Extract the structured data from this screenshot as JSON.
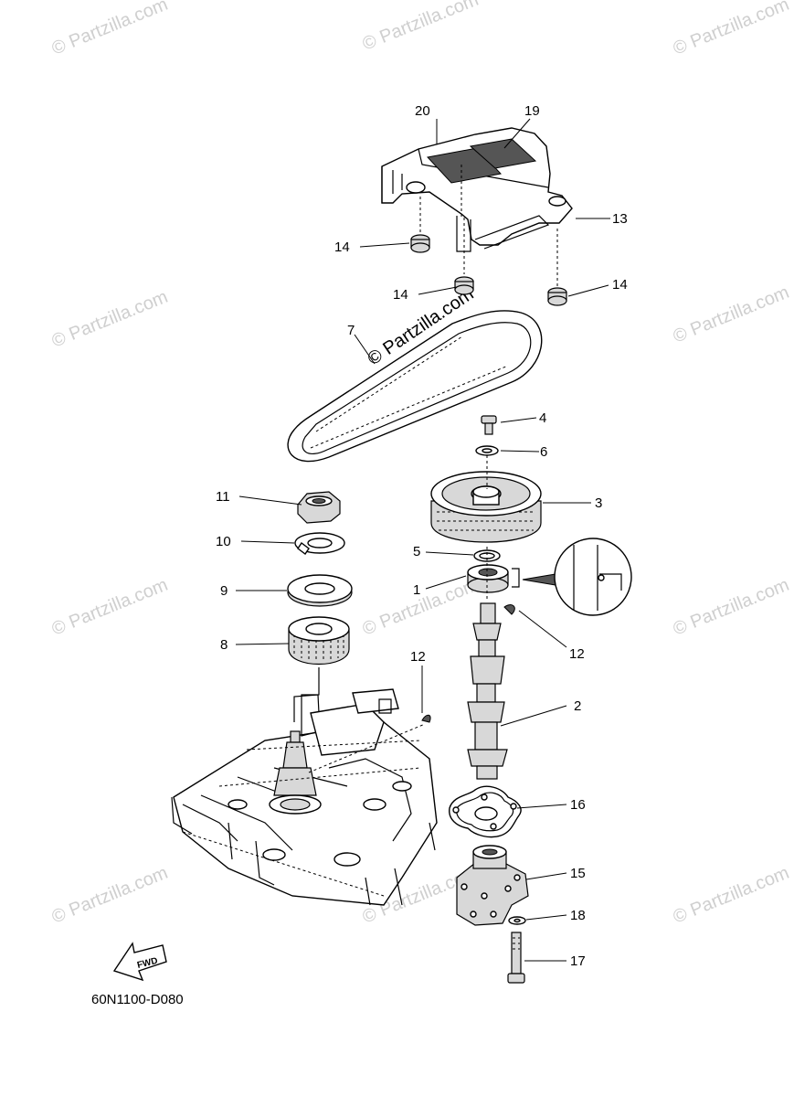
{
  "diagram_code": "60N1100-D080",
  "fwd_label": "FWD",
  "watermark": "© Partzilla.com",
  "callouts": {
    "c1": "1",
    "c2": "2",
    "c3": "3",
    "c4": "4",
    "c5": "5",
    "c6": "6",
    "c7": "7",
    "c8": "8",
    "c9": "9",
    "c10": "10",
    "c11": "11",
    "c12a": "12",
    "c12b": "12",
    "c13": "13",
    "c14a": "14",
    "c14b": "14",
    "c14c": "14",
    "c15": "15",
    "c16": "16",
    "c17": "17",
    "c18": "18",
    "c19": "19",
    "c20": "20"
  },
  "parts": [
    {
      "ref": "1",
      "name": "oil-seal"
    },
    {
      "ref": "2",
      "name": "camshaft"
    },
    {
      "ref": "3",
      "name": "driven-pulley"
    },
    {
      "ref": "4",
      "name": "bolt"
    },
    {
      "ref": "5",
      "name": "o-ring"
    },
    {
      "ref": "6",
      "name": "washer"
    },
    {
      "ref": "7",
      "name": "timing-belt"
    },
    {
      "ref": "8",
      "name": "drive-pulley"
    },
    {
      "ref": "9",
      "name": "plate"
    },
    {
      "ref": "10",
      "name": "lock-washer"
    },
    {
      "ref": "11",
      "name": "nut"
    },
    {
      "ref": "12",
      "name": "woodruff-key"
    },
    {
      "ref": "13",
      "name": "flywheel-cover"
    },
    {
      "ref": "14",
      "name": "grommet"
    },
    {
      "ref": "15",
      "name": "oil-pump"
    },
    {
      "ref": "16",
      "name": "gasket"
    },
    {
      "ref": "17",
      "name": "bolt"
    },
    {
      "ref": "18",
      "name": "washer"
    },
    {
      "ref": "19",
      "name": "label"
    },
    {
      "ref": "20",
      "name": "label"
    }
  ]
}
